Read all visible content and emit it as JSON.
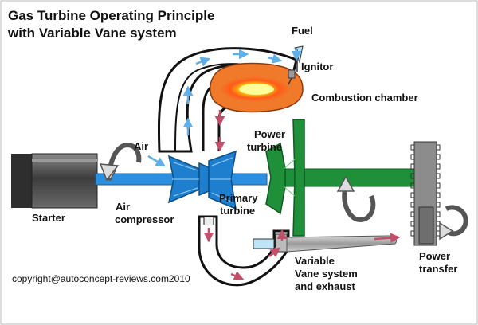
{
  "title": {
    "line1": "Gas Turbine Operating Principle",
    "line2": "with Variable Vane system"
  },
  "labels": {
    "fuel": "Fuel",
    "ignitor": "Ignitor",
    "combustion_chamber": "Combustion chamber",
    "air": "Air",
    "power_turbine_line1": "Power",
    "power_turbine_line2": "turbine",
    "starter": "Starter",
    "air_compressor_line1": "Air",
    "air_compressor_line2": "compressor",
    "primary_turbine_line1": "Primary",
    "primary_turbine_line2": "turbine",
    "variable_vane_line1": "Variable",
    "variable_vane_line2": "Vane system",
    "variable_vane_line3": "and exhaust",
    "power_transfer_line1": "Power",
    "power_transfer_line2": "transfer"
  },
  "copyright": "copyright@autoconcept-reviews.com2010",
  "colors": {
    "compressor_blue": "#1f7fcf",
    "shaft_blue": "#2a8fe0",
    "power_green": "#1f8f3a",
    "chamber_orange": "#f07a2a",
    "flame_yellow": "#ffe000",
    "starter_gray": "#555555",
    "hot_arrow": "#c0506a",
    "cold_arrow": "#5fb0e8"
  },
  "icons": {
    "rotation": "curved-rotation-arrow",
    "flow": "flow-arrow"
  }
}
